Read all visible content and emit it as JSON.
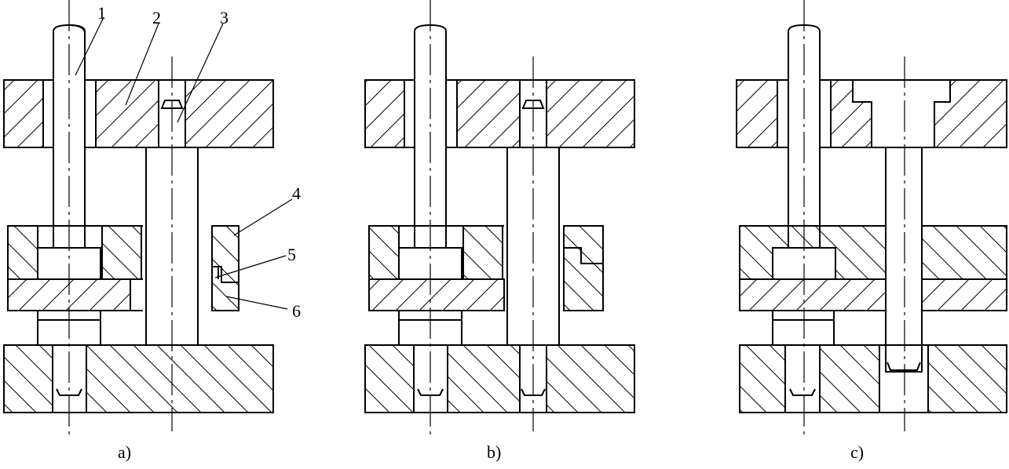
{
  "figure": {
    "panels": [
      {
        "id": "a",
        "caption": "a)"
      },
      {
        "id": "b",
        "caption": "b)"
      },
      {
        "id": "c",
        "caption": "c)"
      }
    ],
    "callouts": [
      "1",
      "2",
      "3",
      "4",
      "5",
      "6"
    ]
  },
  "colors": {
    "line": "#000000",
    "background": "#ffffff"
  }
}
